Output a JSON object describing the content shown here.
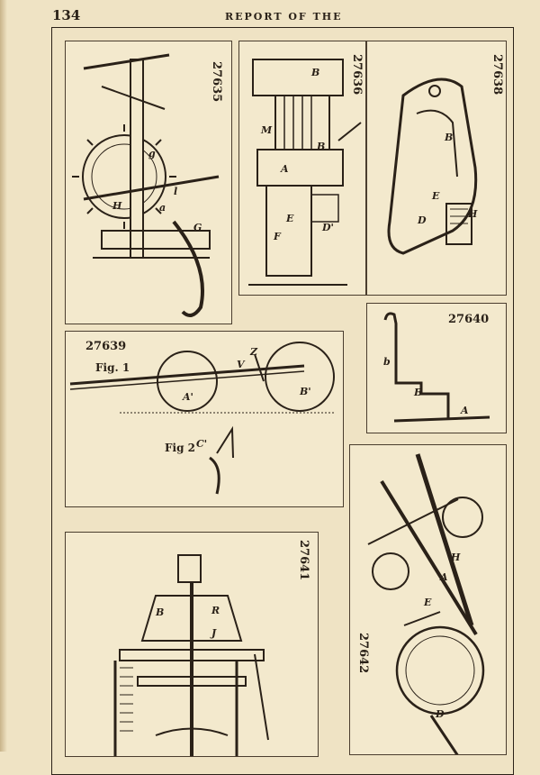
{
  "header": {
    "page_number": "134",
    "running_head": "REPORT OF THE"
  },
  "figures": {
    "p27635": {
      "number": "27635",
      "labels": {
        "H": "H",
        "G": "G",
        "g": "g",
        "a": "a",
        "l": "l"
      }
    },
    "p27636": {
      "number": "27636",
      "labels": {
        "B": "B",
        "M": "M",
        "E": "E",
        "F": "F",
        "D": "D'",
        "A": "A",
        "B2": "B"
      }
    },
    "p27638": {
      "number": "27638",
      "labels": {
        "B": "B",
        "E": "E",
        "D": "D",
        "H": "H"
      }
    },
    "p27639": {
      "number": "27639",
      "fig1": "Fig. 1",
      "fig2": "Fig 2",
      "labels": {
        "A": "A'",
        "B": "B'",
        "Z": "Z",
        "V": "V",
        "C": "C'"
      }
    },
    "p27640": {
      "number": "27640",
      "labels": {
        "b": "b",
        "B": "B",
        "A": "A"
      }
    },
    "p27641": {
      "number": "27641",
      "labels": {
        "B": "B",
        "R": "R",
        "J": "J"
      }
    },
    "p27642": {
      "number": "27642",
      "labels": {
        "H": "H",
        "E": "E",
        "D": "D",
        "A": "A"
      }
    }
  }
}
